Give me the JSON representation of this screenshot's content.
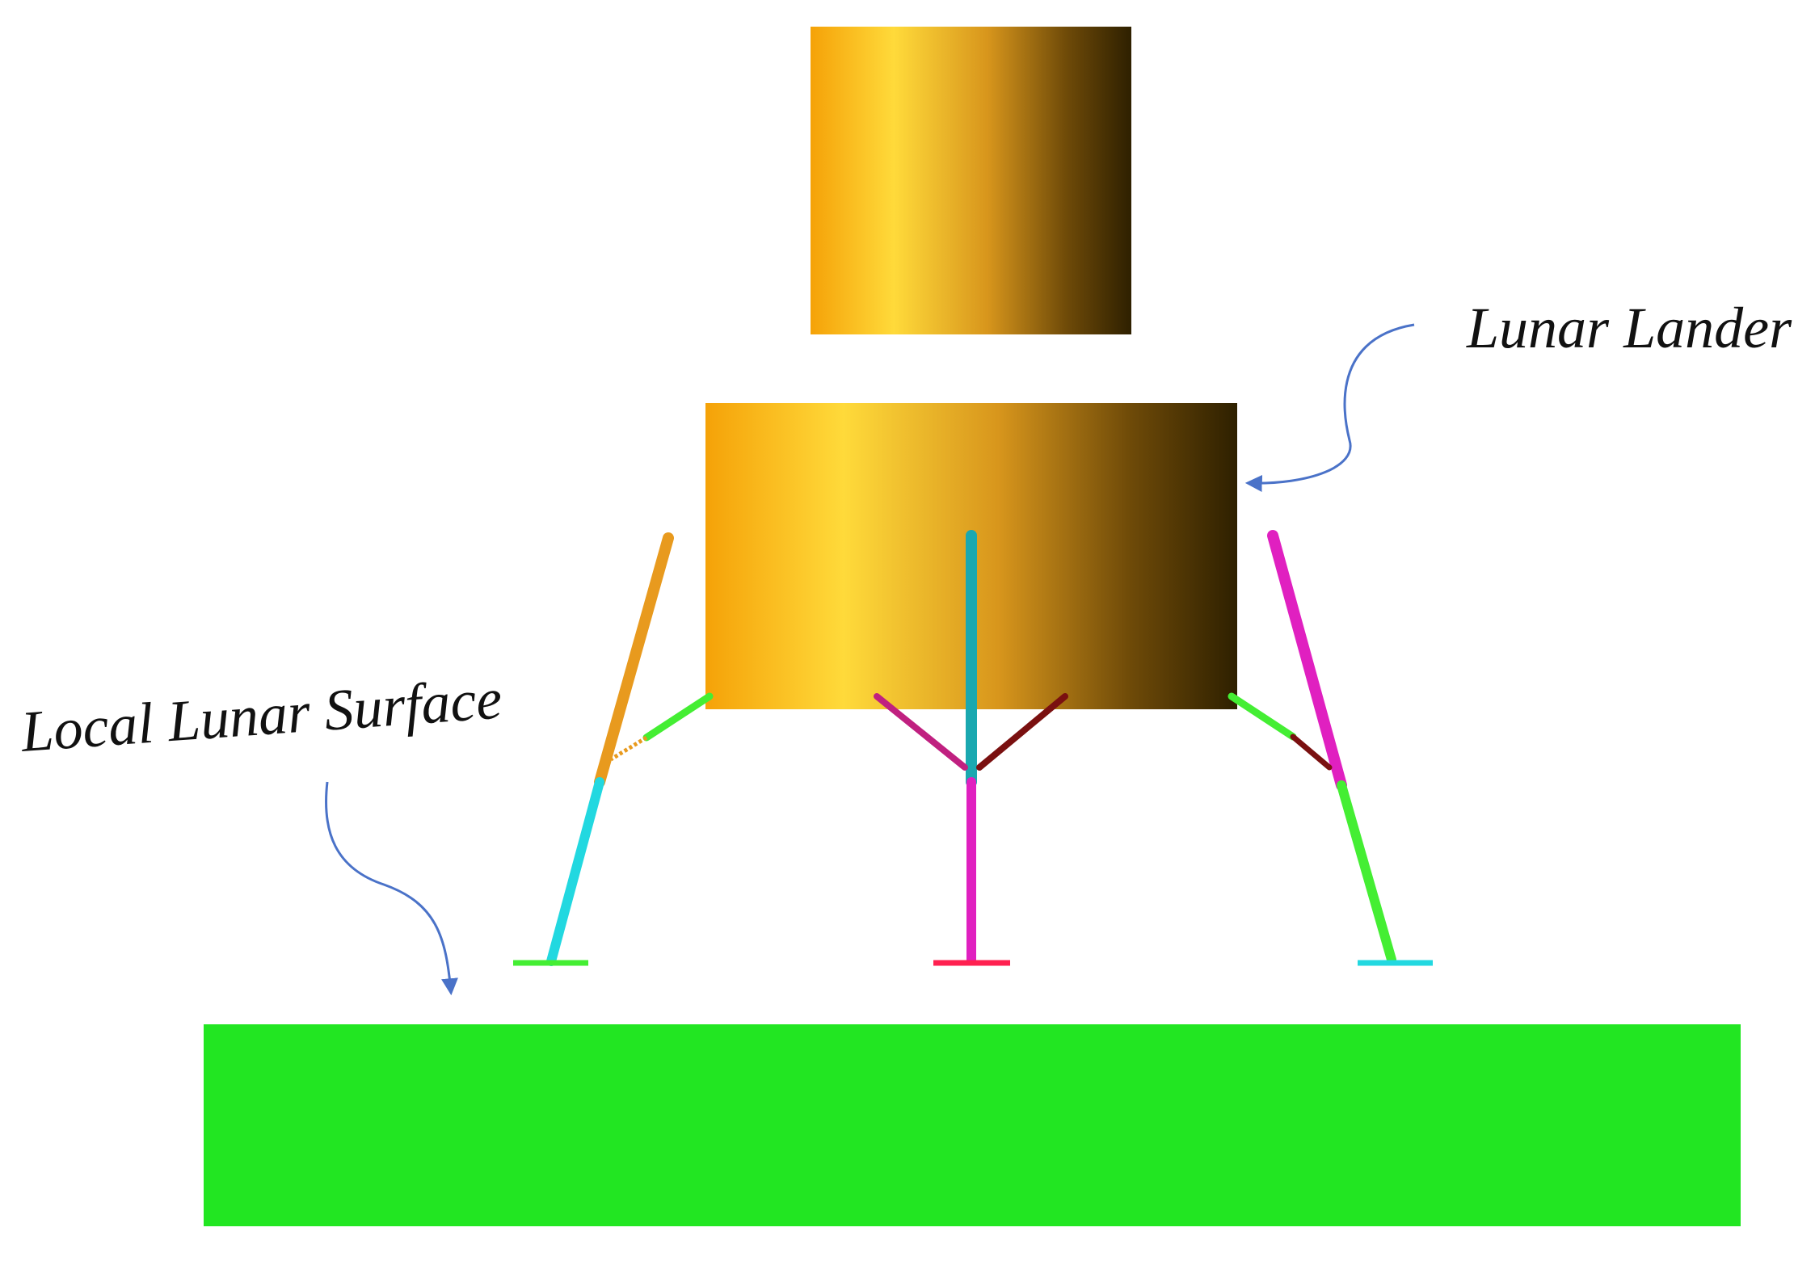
{
  "labels": {
    "lander": "Lunar Lander",
    "surface": "Local Lunar Surface"
  },
  "colors": {
    "body_gold_light": "#FFDA3A",
    "body_gold_mid": "#F5A90E",
    "body_gold_dark": "#2E2000",
    "surface_green": "#22E622",
    "arrow_blue": "#4A72C8",
    "strut_orange": "#E89A1E",
    "strut_cyan": "#22D8E0",
    "strut_teal": "#1AA8B0",
    "strut_magenta": "#E020C0",
    "strut_green": "#44EE33",
    "strut_dark_red": "#7A1010",
    "pad_red": "#FF2050"
  },
  "icons": {
    "upper_body": "cylinder",
    "lower_body": "cylinder",
    "legs": "landing-leg",
    "pads": "footpad",
    "pointers": "curved-arrow"
  }
}
